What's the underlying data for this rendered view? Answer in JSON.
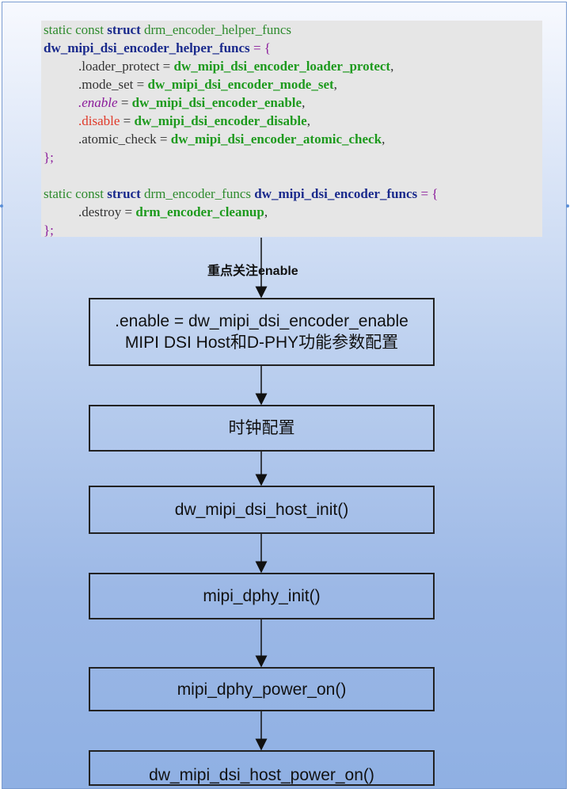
{
  "code": {
    "l1": {
      "a": "static const ",
      "b": "struct",
      "c": " drm_encoder_helper_funcs"
    },
    "l2": {
      "a": "dw_mipi_dsi_encoder_helper_funcs",
      "b": " = {"
    },
    "l3": {
      "a": ".loader_protect = ",
      "b": "dw_mipi_dsi_encoder_loader_protect",
      "c": ","
    },
    "l4": {
      "a": ".mode_set = ",
      "b": "dw_mipi_dsi_encoder_mode_set",
      "c": ","
    },
    "l5": {
      "a": ".",
      "b": "enable",
      "c": " = ",
      "d": "dw_mipi_dsi_encoder_enable",
      "e": ","
    },
    "l6": {
      "a": ".",
      "b": "disable",
      "c": " = ",
      "d": "dw_mipi_dsi_encoder_disable",
      "e": ","
    },
    "l7": {
      "a": ".atomic_check = ",
      "b": "dw_mipi_dsi_encoder_atomic_check",
      "c": ","
    },
    "l8": {
      "a": "};"
    },
    "l10": {
      "a": "static const ",
      "b": "struct",
      "c": " drm_encoder_funcs ",
      "d": "dw_mipi_dsi_encoder_funcs",
      "e": " = {"
    },
    "l11": {
      "a": ".destroy = ",
      "b": "drm_encoder_cleanup",
      "c": ","
    },
    "l12": {
      "a": "};"
    }
  },
  "note": "重点关注enable",
  "boxes": {
    "b1_line1": ".enable = dw_mipi_dsi_encoder_enable",
    "b1_line2": "MIPI DSI Host和D-PHY功能参数配置",
    "b2": "时钟配置",
    "b3": "dw_mipi_dsi_host_init()",
    "b4": "mipi_dphy_init()",
    "b5": "mipi_dphy_power_on()",
    "b6": "dw_mipi_dsi_host_power_on()"
  }
}
